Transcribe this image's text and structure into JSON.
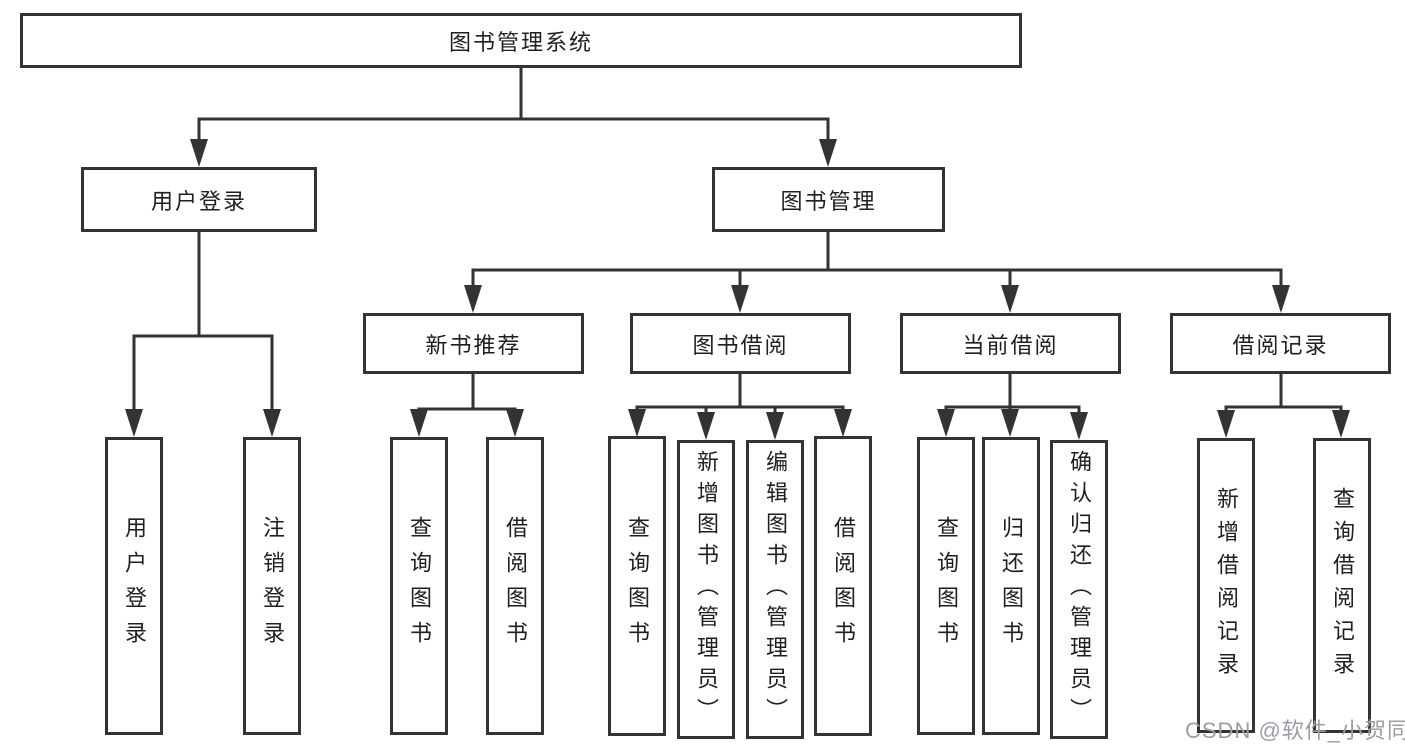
{
  "diagram": {
    "type": "hierarchy-flowchart",
    "colors": {
      "background": "#ffffff",
      "box_border": "#333333",
      "line": "#333333",
      "text": "#1f1f1f",
      "watermark": "#999ea5"
    },
    "tree": {
      "label": "图书管理系统",
      "children": [
        {
          "label": "用户登录",
          "children": [
            {
              "label": "用户登录"
            },
            {
              "label": "注销登录"
            }
          ]
        },
        {
          "label": "图书管理",
          "children": [
            {
              "label": "新书推荐",
              "children": [
                {
                  "label": "查询图书"
                },
                {
                  "label": "借阅图书"
                }
              ]
            },
            {
              "label": "图书借阅",
              "children": [
                {
                  "label": "查询图书"
                },
                {
                  "label": "新增图书（管理员）"
                },
                {
                  "label": "编辑图书（管理员）"
                },
                {
                  "label": "借阅图书"
                }
              ]
            },
            {
              "label": "当前借阅",
              "children": [
                {
                  "label": "查询图书"
                },
                {
                  "label": "归还图书"
                },
                {
                  "label": "确认归还（管理员）"
                }
              ]
            },
            {
              "label": "借阅记录",
              "children": [
                {
                  "label": "新增借阅记录"
                },
                {
                  "label": "查询借阅记录"
                }
              ]
            }
          ]
        }
      ]
    },
    "watermark": {
      "text": "CSDN @软件_小贺同学"
    }
  }
}
